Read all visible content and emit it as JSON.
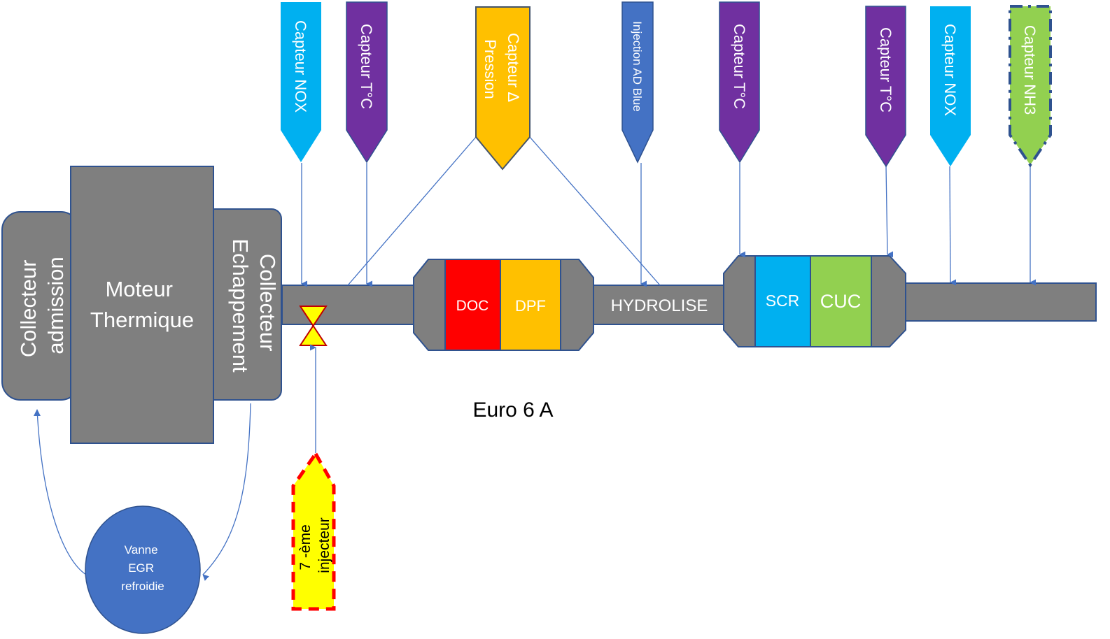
{
  "title": "Euro 6 A",
  "colors": {
    "body": "#7f7f7f",
    "outline": "#2f528f",
    "nox": "#00b0f0",
    "temp": "#7030a0",
    "pressure": "#ffc000",
    "adblue": "#4472c4",
    "nh3": "#92d050",
    "doc": "#ff0000",
    "dpf": "#ffc000",
    "scr": "#00b0f0",
    "cuc": "#92d050",
    "injector": "#ffff00",
    "injector_border": "#ff0000",
    "egr": "#4472c4"
  },
  "engine": {
    "intake": [
      "Collecteur",
      "admission"
    ],
    "engine": [
      "Moteur",
      "Thermique"
    ],
    "exhaust": [
      "Collecteur",
      "Echappement"
    ]
  },
  "sensors": [
    {
      "id": "nox1",
      "lines": [
        "Capteur NOX"
      ],
      "type": "nox"
    },
    {
      "id": "temp1",
      "lines": [
        "Capteur T°C"
      ],
      "type": "temp"
    },
    {
      "id": "dp",
      "lines": [
        "Capteur Δ",
        "Pression"
      ],
      "type": "pressure"
    },
    {
      "id": "adblue",
      "lines": [
        "Injection AD Blue"
      ],
      "type": "adblue"
    },
    {
      "id": "temp2",
      "lines": [
        "Capteur T°C"
      ],
      "type": "temp"
    },
    {
      "id": "temp3",
      "lines": [
        "Capteur T°C"
      ],
      "type": "temp"
    },
    {
      "id": "nox2",
      "lines": [
        "Capteur NOX"
      ],
      "type": "nox"
    },
    {
      "id": "nh3",
      "lines": [
        "Capteur NH3"
      ],
      "type": "nh3"
    }
  ],
  "components": {
    "doc": "DOC",
    "dpf": "DPF",
    "hydrolise": "HYDROLISE",
    "scr": "SCR",
    "cuc": "CUC"
  },
  "egr": [
    "Vanne",
    "EGR",
    "refroidie"
  ],
  "injector": [
    "7 -ème",
    "injecteur"
  ]
}
